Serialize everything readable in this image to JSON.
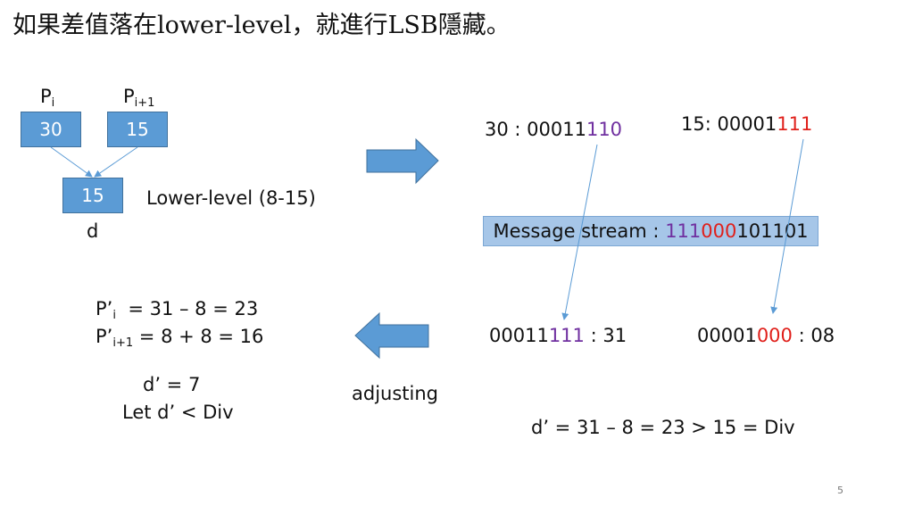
{
  "slide": {
    "title": "如果差值落在lower-level，就進行LSB隱藏。",
    "page_number": "5"
  },
  "pixels": {
    "p_i": {
      "label": "P",
      "sub": "i",
      "value": "30"
    },
    "p_i1": {
      "label": "P",
      "sub": "i+1",
      "value": "15"
    },
    "d": {
      "value": "15",
      "label": "d"
    },
    "level_text": "Lower-level (8-15)"
  },
  "binary": {
    "b30": {
      "prefix": "30 :  00011",
      "colored": "110",
      "color": "#7030a0"
    },
    "b15": {
      "prefix": "15:   00001",
      "colored": "111",
      "color": "#e0201b"
    },
    "b31": {
      "prefix": "00011",
      "colored": "111",
      "suffix": " : 31"
    },
    "b08": {
      "prefix": "00001",
      "colored": "000",
      "suffix": " : 08"
    }
  },
  "message_stream": {
    "label": "Message stream : ",
    "part1": "111",
    "part2": "000",
    "rest": "101101"
  },
  "equations": {
    "pi_prime_prefix": "P’",
    "pi_prime_sub": "i",
    "pi_prime_eq": "  = 31 – 8 = 23",
    "pi1_prime_prefix": "P’",
    "pi1_prime_sub": "i+1",
    "pi1_prime_eq": " = 8 + 8 = 16",
    "d_prime": "d’ = 7",
    "let_line": "Let d’ < Div",
    "adjusting": "adjusting",
    "final": "d’ = 31 – 8 = 23 > 15 = Div"
  },
  "colors": {
    "box_fill": "#5b9bd5",
    "purple": "#7030a0",
    "red": "#e0201b",
    "stream_fill": "#a6c6e8",
    "arrow_fill": "#5b9bd5"
  }
}
